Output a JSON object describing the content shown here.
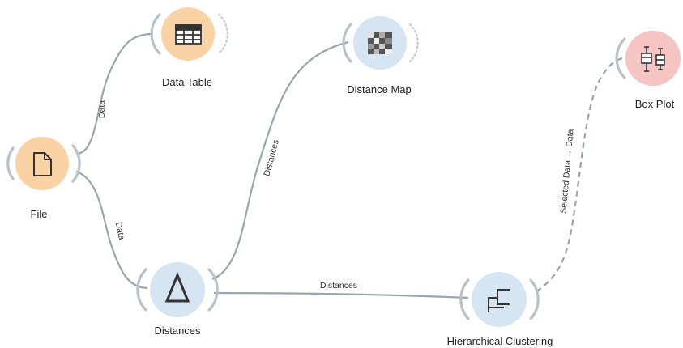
{
  "nodes": {
    "file": {
      "label": "File",
      "icon": "document-icon",
      "color": "#f9d3a5"
    },
    "data_table": {
      "label": "Data Table",
      "icon": "table-icon",
      "color": "#f9d3a5"
    },
    "distance_map": {
      "label": "Distance Map",
      "icon": "heatmap-icon",
      "color": "#d5e5f2"
    },
    "distances": {
      "label": "Distances",
      "icon": "delta-icon",
      "color": "#d5e5f2"
    },
    "hierarchical_clustering": {
      "label": "Hierarchical Clustering",
      "icon": "dendrogram-icon",
      "color": "#d5e5f2"
    },
    "box_plot": {
      "label": "Box Plot",
      "icon": "boxplot-icon",
      "color": "#f7c4c4"
    }
  },
  "links": {
    "file_to_data_table": "Data",
    "file_to_distances": "Data",
    "distances_to_distance_map": "Distances",
    "distances_to_hierarchical": "Distances",
    "hierarchical_to_box_plot": "Selected Data → Data"
  }
}
